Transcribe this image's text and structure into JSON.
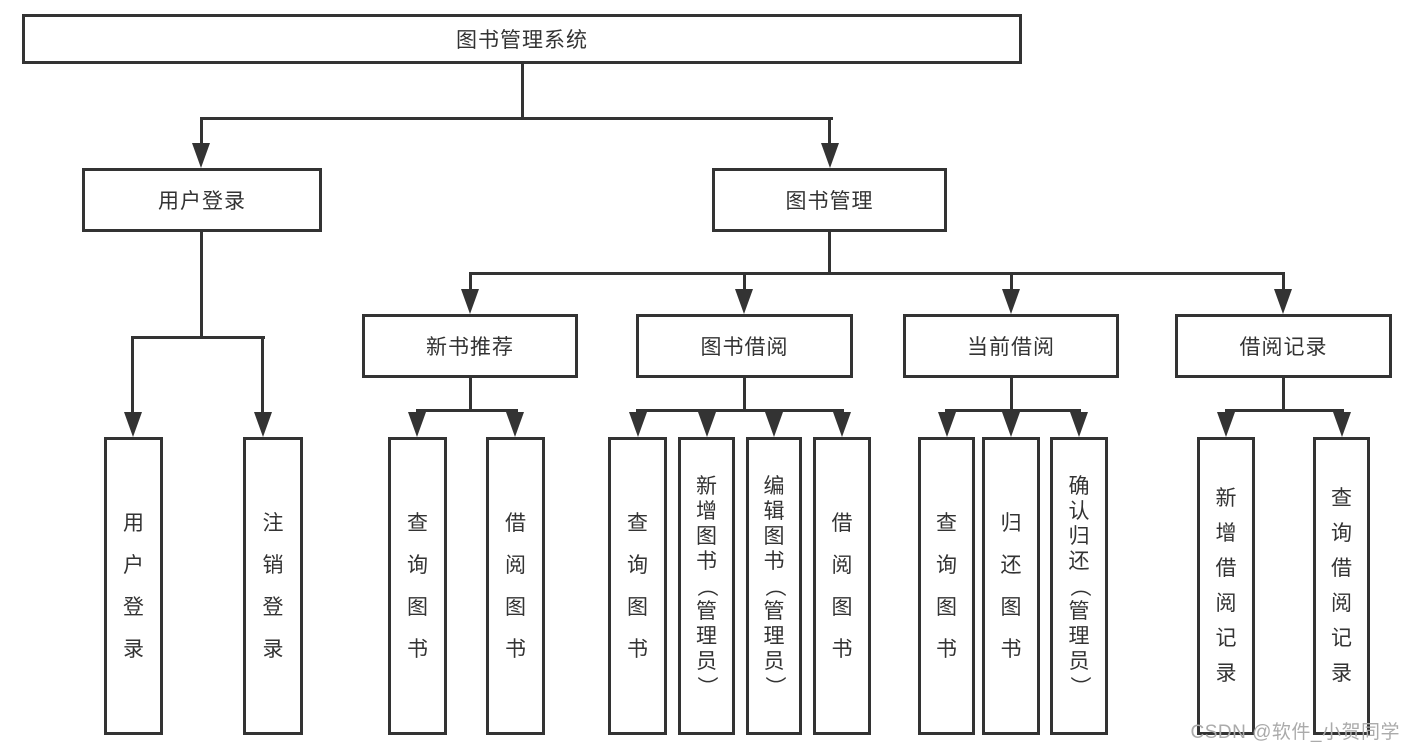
{
  "diagram": {
    "title": "图书管理系统",
    "line_color": "#333333",
    "text_color": "#333333",
    "background_color": "#ffffff",
    "nodes": {
      "root": {
        "label": "图书管理系统"
      },
      "login": {
        "label": "用户登录"
      },
      "mgmt": {
        "label": "图书管理"
      },
      "rec": {
        "label": "新书推荐"
      },
      "borrow": {
        "label": "图书借阅"
      },
      "current": {
        "label": "当前借阅"
      },
      "records": {
        "label": "借阅记录"
      },
      "login_user": {
        "label": "用户登录"
      },
      "login_logout": {
        "label": "注销登录"
      },
      "rec_query": {
        "label": "查询图书"
      },
      "rec_borrow": {
        "label": "借阅图书"
      },
      "borrow_query": {
        "label": "查询图书"
      },
      "borrow_add": {
        "label": "新增图书（管理员）"
      },
      "borrow_edit": {
        "label": "编辑图书（管理员）"
      },
      "borrow_borrow": {
        "label": "借阅图书"
      },
      "current_query": {
        "label": "查询图书"
      },
      "current_return": {
        "label": "归还图书"
      },
      "current_confirm": {
        "label": "确认归还（管理员）"
      },
      "records_add": {
        "label": "新增借阅记录"
      },
      "records_query": {
        "label": "查询借阅记录"
      }
    },
    "hierarchy": {
      "图书管理系统": {
        "用户登录": [
          "用户登录",
          "注销登录"
        ],
        "图书管理": {
          "新书推荐": [
            "查询图书",
            "借阅图书"
          ],
          "图书借阅": [
            "查询图书",
            "新增图书（管理员）",
            "编辑图书（管理员）",
            "借阅图书"
          ],
          "当前借阅": [
            "查询图书",
            "归还图书",
            "确认归还（管理员）"
          ],
          "借阅记录": [
            "新增借阅记录",
            "查询借阅记录"
          ]
        }
      }
    }
  },
  "watermark": {
    "text": "CSDN @软件_小贺同学",
    "color": "#ababab"
  }
}
